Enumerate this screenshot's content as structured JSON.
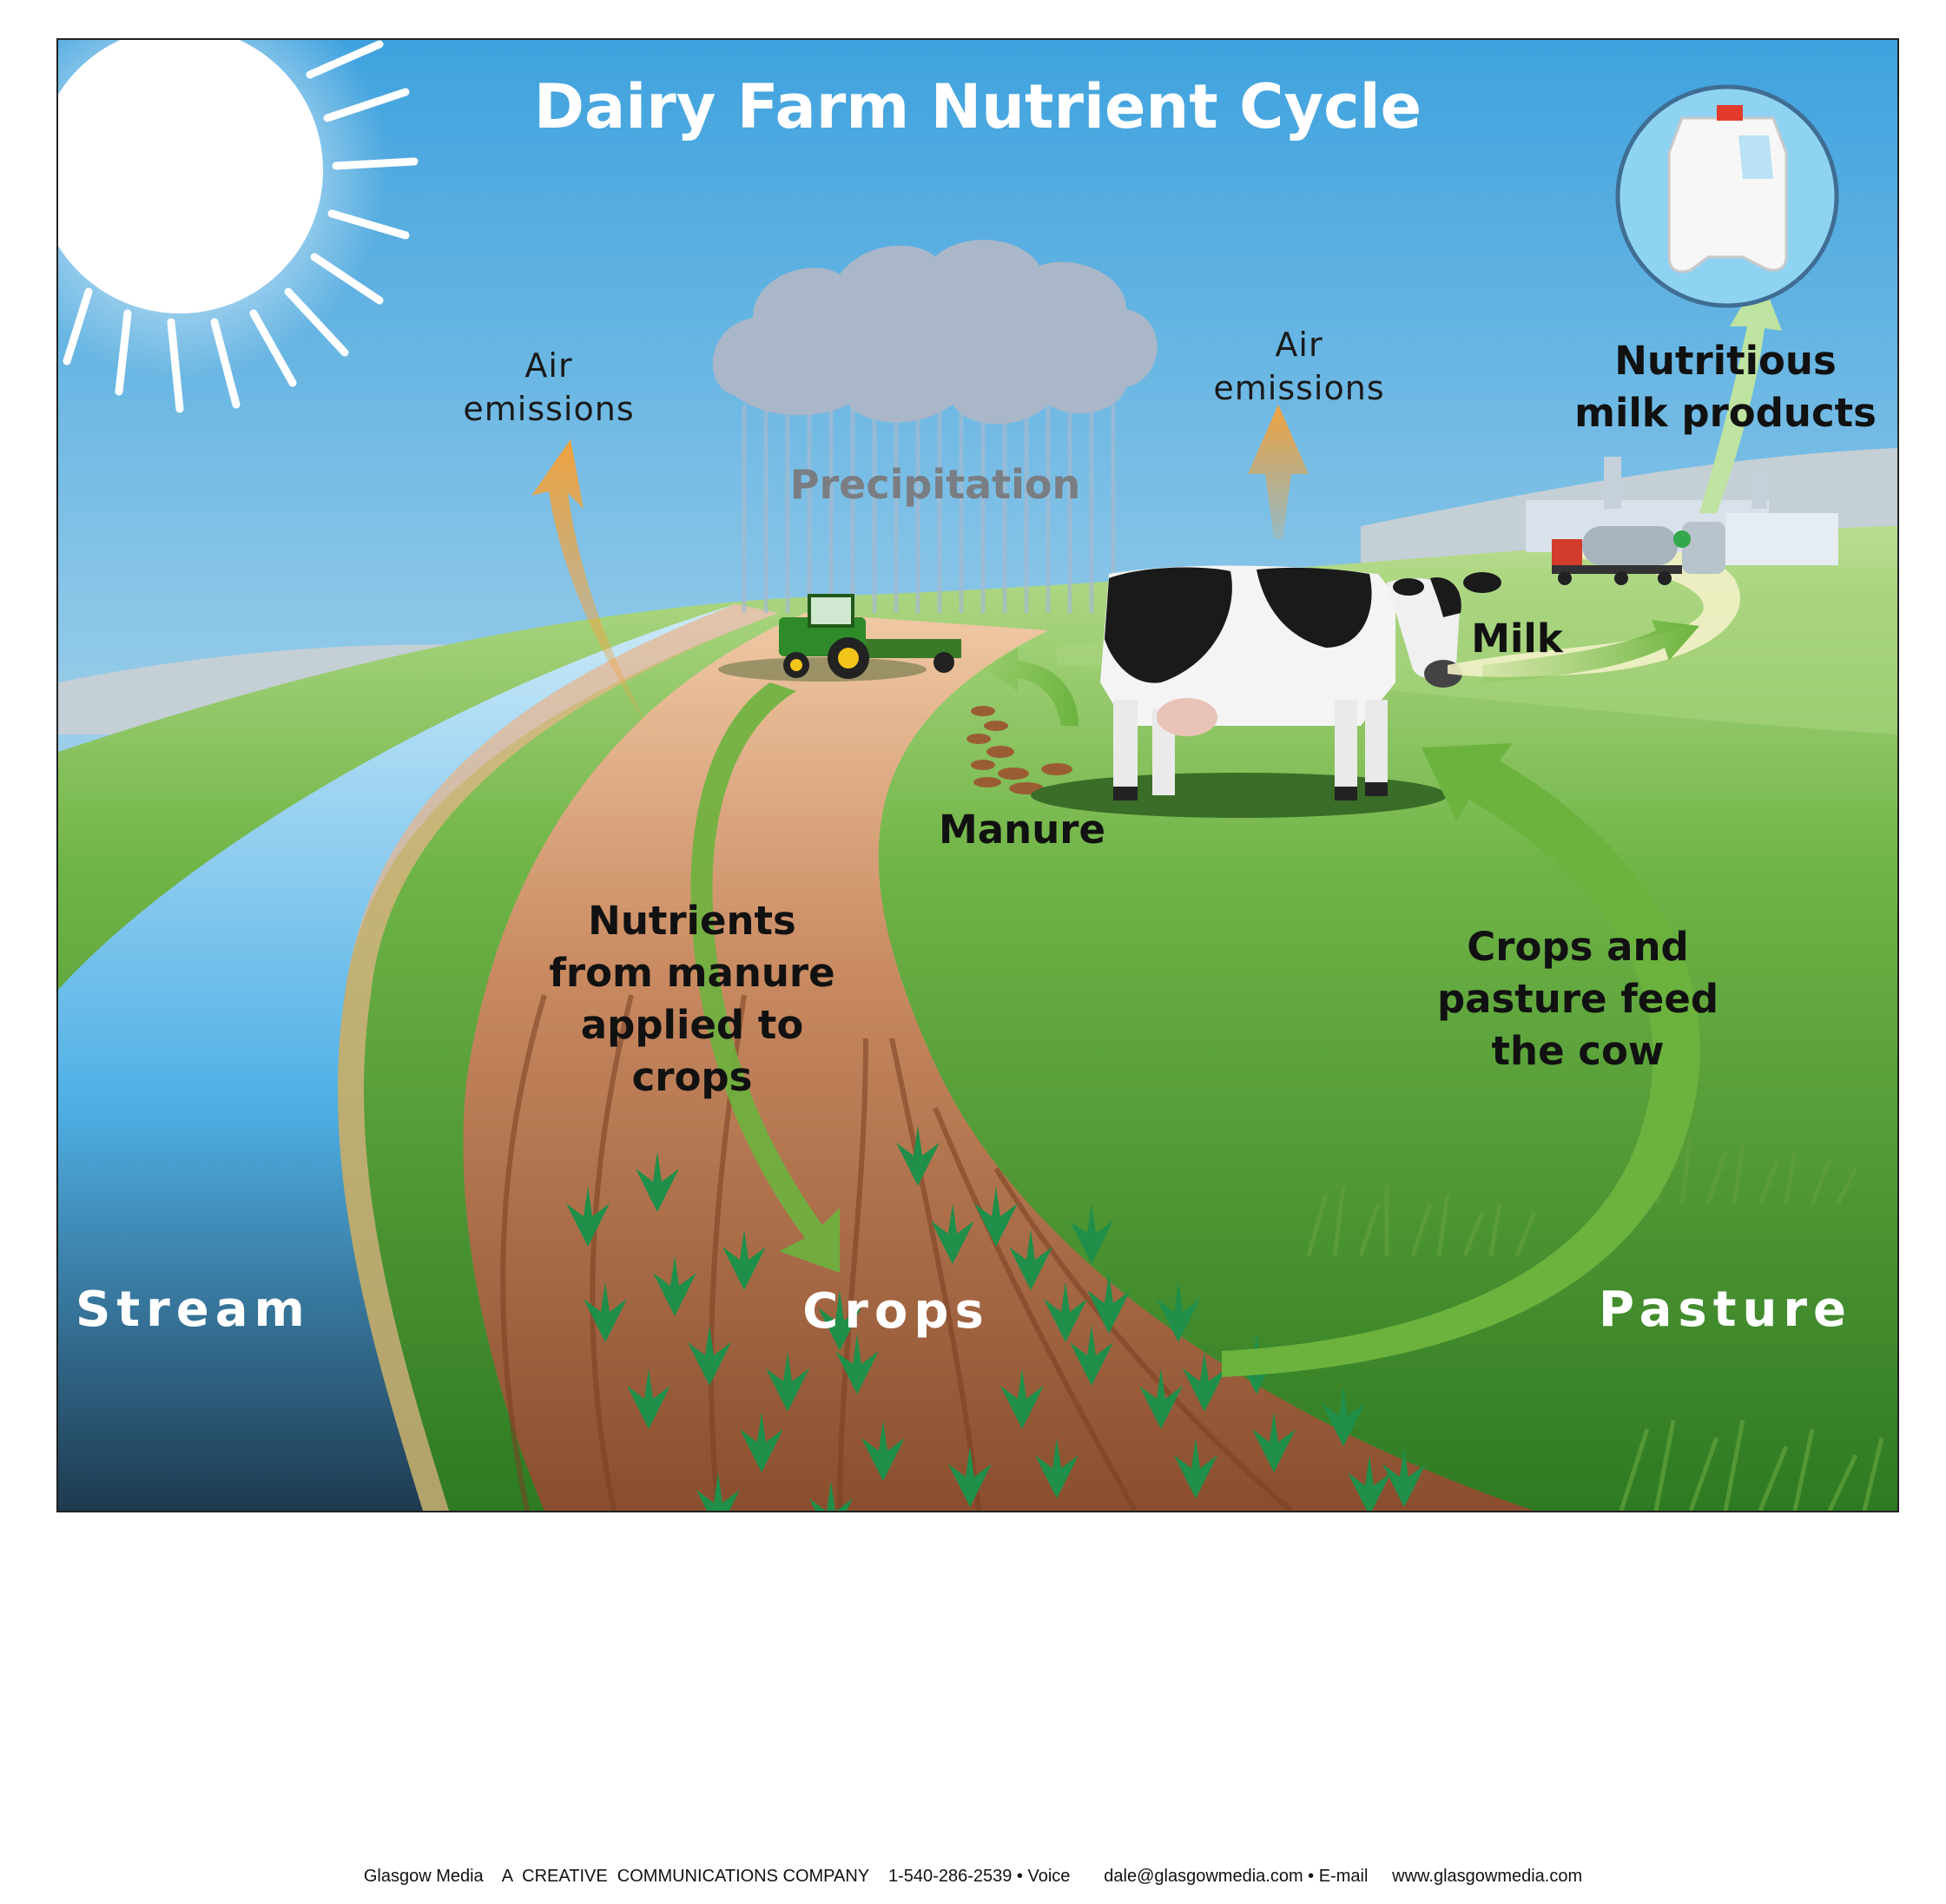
{
  "title": "Dairy Farm Nutrient Cycle",
  "labels": {
    "air_emissions_left": [
      "Air",
      "emissions"
    ],
    "air_emissions_right": [
      "Air",
      "emissions"
    ],
    "precipitation": "Precipitation",
    "nutritious_milk_products": [
      "Nutritious",
      "milk products"
    ],
    "milk": "Milk",
    "manure": "Manure",
    "nutrients_from_manure": [
      "Nutrients",
      "from manure",
      "applied to",
      "crops"
    ],
    "crops_and_pasture_feed": [
      "Crops and",
      "pasture feed",
      "the cow"
    ],
    "stream": "Stream",
    "crops": "Crops",
    "pasture": "Pasture"
  },
  "footer": "Glasgow Media    A  CREATIVE  COMMUNICATIONS COMPANY    1-540-286-2539 • Voice       dale@glasgowmedia.com • E-mail     www.glasgowmedia.com",
  "colors": {
    "sky_top": "#4aa8df",
    "sky_bottom": "#f4f2c9",
    "grass": "#4e9a35",
    "stream": "#4fb0e6",
    "dirt_path": "#b9764f",
    "emission_arrow": "#f0a340",
    "cycle_arrow": "#6cb33e"
  }
}
